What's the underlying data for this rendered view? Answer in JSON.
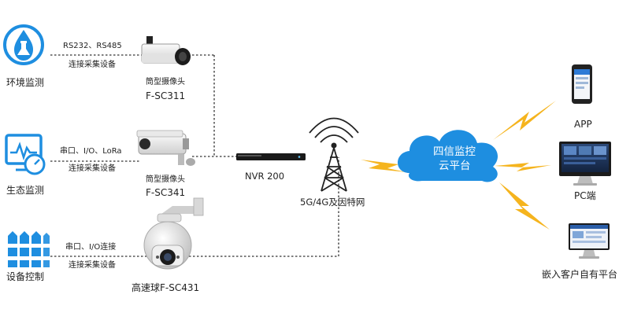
{
  "sources": [
    {
      "id": "env",
      "label": "环境监测",
      "icon": "water-drop-flask-icon"
    },
    {
      "id": "eco",
      "label": "生态监测",
      "icon": "monitor-pulse-gauge-icon"
    },
    {
      "id": "dev",
      "label": "设备控制",
      "icon": "fence-icon"
    }
  ],
  "links": {
    "env_protocol": "RS232、RS485",
    "env_collect": "连接采集设备",
    "eco_protocol": "串口、I/O、LoRa",
    "eco_collect": "连接采集设备",
    "dev_protocol": "串口、I/O连接",
    "dev_collect": "连接采集设备"
  },
  "cameras": [
    {
      "name": "筒型摄像头",
      "model": "F-SC311",
      "icon": "bullet-camera-icon"
    },
    {
      "name": "筒型摄像头",
      "model": "F-SC341",
      "icon": "bullet-camera-icon"
    },
    {
      "name": "",
      "model": "高速球F-SC431",
      "icon": "speed-dome-camera-icon"
    }
  ],
  "nvr": {
    "label": "NVR 200"
  },
  "network": {
    "label": "5G/4G及因特网",
    "icon": "signal-tower-icon"
  },
  "cloud": {
    "line1": "四信监控",
    "line2": "云平台",
    "color": "#1e8ee0"
  },
  "clients": [
    {
      "label": "APP",
      "icon": "smartphone-icon"
    },
    {
      "label": "PC端",
      "icon": "desktop-monitor-icon"
    },
    {
      "label": "嵌入客户自有平台",
      "icon": "platform-monitor-icon"
    }
  ],
  "colors": {
    "accent": "#1e8ee0",
    "lightning": "#f5b41e",
    "line": "#333333"
  }
}
